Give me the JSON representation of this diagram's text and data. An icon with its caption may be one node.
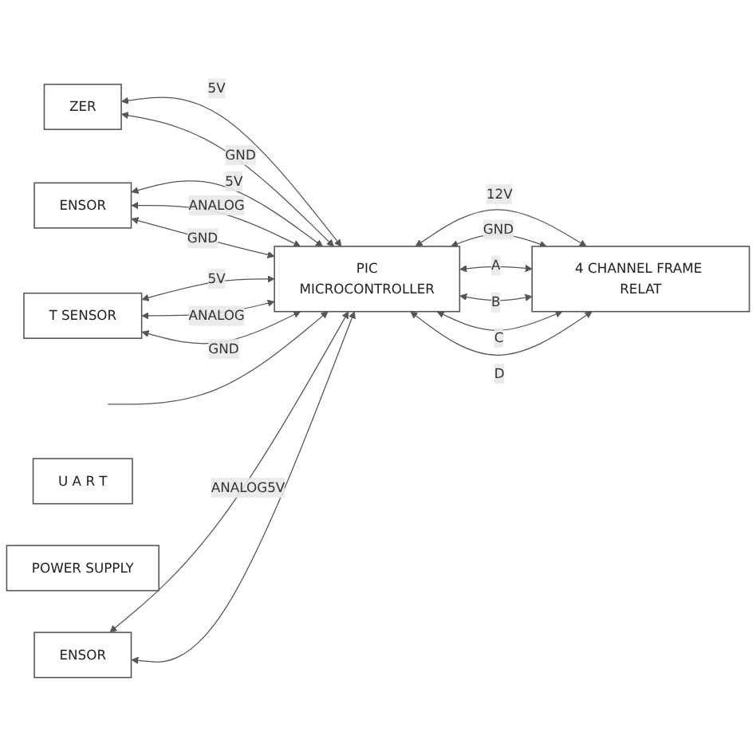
{
  "diagram": {
    "nodes": [
      {
        "text": [
          "ZER"
        ]
      },
      {
        "text": [
          "ENSOR"
        ]
      },
      {
        "text": [
          "T SENSOR"
        ]
      },
      {
        "text": [
          "ENSOR"
        ]
      },
      {
        "text": [
          "PIC",
          "MICROCONTROLLER"
        ]
      },
      {
        "text": [
          "4 CHANNEL FRAME RELAT"
        ]
      },
      {
        "text": [
          "U A R T"
        ]
      },
      {
        "text": [
          "POWER SUPPLY"
        ]
      }
    ],
    "edges": [
      {
        "from": 0,
        "to": 4,
        "arrow": "both",
        "label": "5V"
      },
      {
        "from": 0,
        "to": 4,
        "arrow": "both",
        "label": "GND"
      },
      {
        "from": 1,
        "to": 4,
        "arrow": "both",
        "label": "5V"
      },
      {
        "from": 1,
        "to": 4,
        "arrow": "both",
        "label": "ANALOG"
      },
      {
        "from": 1,
        "to": 4,
        "arrow": "both",
        "label": "GND"
      },
      {
        "from": 2,
        "to": 4,
        "arrow": "both",
        "label": "5V"
      },
      {
        "from": 2,
        "to": 4,
        "arrow": "both",
        "label": "ANALOG"
      },
      {
        "from": 2,
        "to": 4,
        "arrow": "both",
        "label": "GND"
      },
      {
        "from": null,
        "to": 4,
        "arrow": "to"
      },
      {
        "from": 3,
        "to": 4,
        "arrow": "both",
        "label": "ANALOG5V"
      },
      {
        "from": 3,
        "to": 4,
        "arrow": "both"
      },
      {
        "from": 4,
        "to": 5,
        "arrow": "both",
        "label": "12V"
      },
      {
        "from": 4,
        "to": 5,
        "arrow": "both",
        "label": "GND"
      },
      {
        "from": 4,
        "to": 5,
        "arrow": "both",
        "label": "A"
      },
      {
        "from": 4,
        "to": 5,
        "arrow": "both",
        "label": "B"
      },
      {
        "from": 4,
        "to": 5,
        "arrow": "both",
        "label": "C"
      },
      {
        "from": 4,
        "to": 5,
        "arrow": "both",
        "label": "D"
      }
    ]
  }
}
